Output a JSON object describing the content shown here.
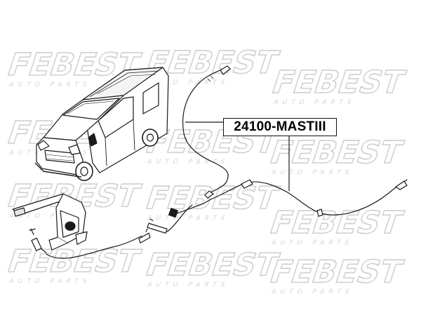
{
  "part_number": "24100-MASTIII",
  "watermark": {
    "brand": "FEBEST",
    "tagline": "AUTO PARTS",
    "color": "#d9d9d9"
  },
  "colors": {
    "line": "#1a1a1a",
    "background": "#ffffff"
  }
}
